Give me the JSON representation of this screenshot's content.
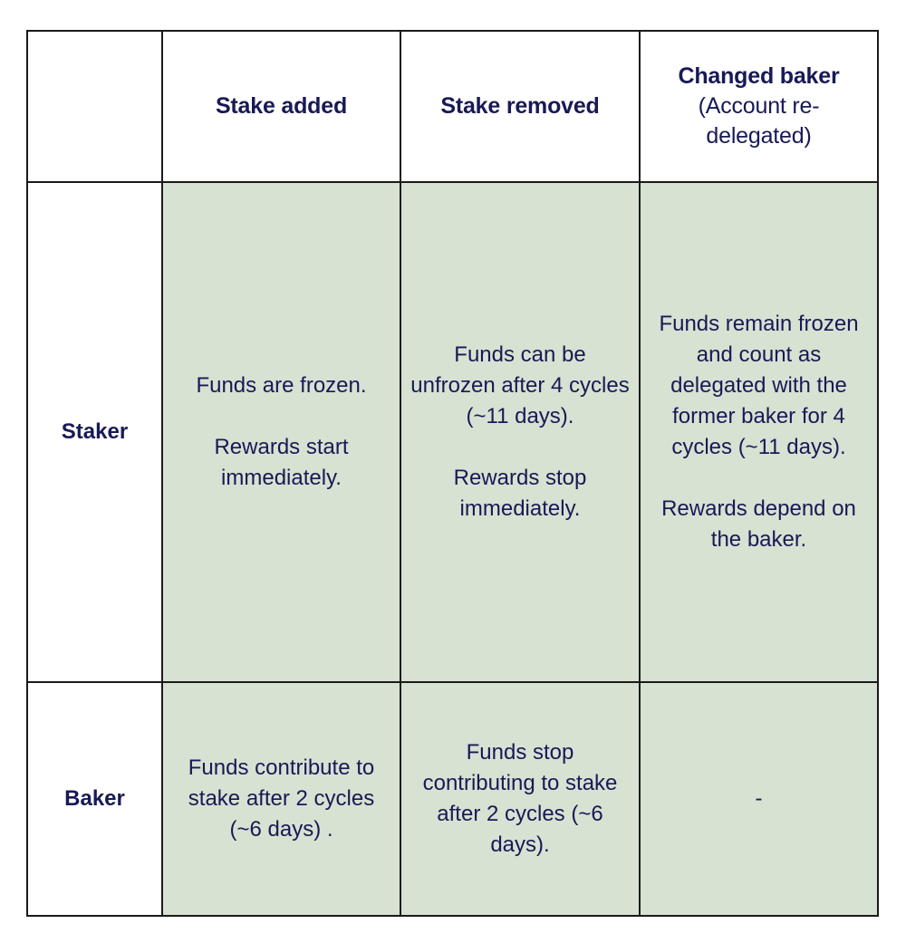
{
  "table": {
    "columns": [
      {
        "key": "row_label",
        "label": ""
      },
      {
        "key": "stake_added",
        "label": "Stake added"
      },
      {
        "key": "stake_removed",
        "label": "Stake removed"
      },
      {
        "key": "changed_baker",
        "label": "Changed baker",
        "sublabel": "(Account re-delegated)"
      }
    ],
    "rows": [
      {
        "label": "Staker",
        "stake_added": [
          "Funds are frozen.",
          "Rewards start immediately."
        ],
        "stake_removed": [
          "Funds can be unfrozen after 4 cycles (~11 days).",
          "Rewards stop immediately."
        ],
        "changed_baker": [
          "Funds remain frozen and count as delegated with the former baker for 4 cycles (~11 days).",
          "Rewards depend on the baker."
        ]
      },
      {
        "label": "Baker",
        "stake_added": [
          "Funds contribute to stake after 2 cycles (~6 days) ."
        ],
        "stake_removed": [
          "Funds stop contributing to stake after 2 cycles (~6 days)."
        ],
        "changed_baker": [
          "-"
        ]
      }
    ]
  },
  "colors": {
    "text": "#181a56",
    "border": "#1a1a1a",
    "cell_fill": "#d7e2d2",
    "page_background": "#ffffff"
  }
}
